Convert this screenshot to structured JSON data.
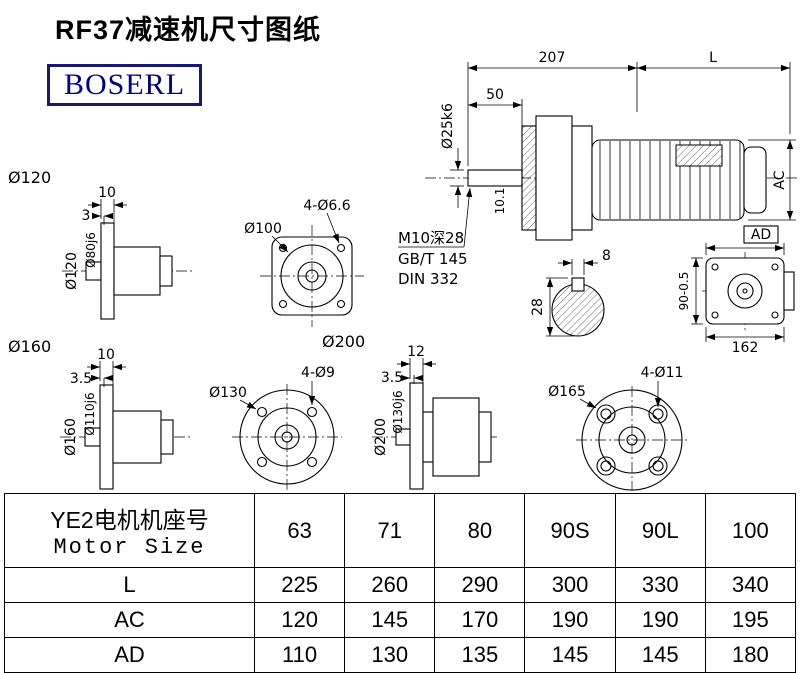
{
  "title": "RF37减速机尺寸图纸",
  "brand": "BOSERL",
  "colors": {
    "brand": "#191970",
    "line": "#000000"
  },
  "views": {
    "flange120": {
      "label": "Ø120",
      "dim_top": "10",
      "dim_recess": "3",
      "dia_outer": "Ø120",
      "dia_spigot": "Ø80j6"
    },
    "face100": {
      "holes": "4-Ø6.6",
      "dia": "Ø100"
    },
    "assembly": {
      "dim_len": "207",
      "dim_L": "L",
      "dim_shaft_len": "50",
      "dia_shaft": "Ø25k6",
      "dim_ac": "AC",
      "dim_key": "10.1"
    },
    "tap": {
      "line1": "M10深28",
      "line2": "GB/T 145",
      "line3": "DIN 332"
    },
    "keysec": {
      "width": "8",
      "height": "28"
    },
    "rear": {
      "dim_ad": "AD",
      "dim_h": "90-0.5",
      "dim_w": "162"
    },
    "flange160": {
      "label": "Ø160",
      "dim_top": "10",
      "dim_recess": "3.5",
      "dia_outer": "Ø160",
      "dia_spigot": "Ø110j6"
    },
    "face130": {
      "holes": "4-Ø9",
      "dia": "Ø130"
    },
    "flange200": {
      "label": "Ø200",
      "dim_top": "12",
      "dim_recess": "3.5",
      "dia_outer": "Ø200",
      "dia_spigot": "Ø130j6"
    },
    "face165": {
      "holes": "4-Ø11",
      "dia": "Ø165"
    }
  },
  "table": {
    "header_cn": "YE2电机机座号",
    "header_en": "Motor Size",
    "columns": [
      "63",
      "71",
      "80",
      "90S",
      "90L",
      "100"
    ],
    "rows": [
      {
        "label": "L",
        "values": [
          "225",
          "260",
          "290",
          "300",
          "330",
          "340"
        ]
      },
      {
        "label": "AC",
        "values": [
          "120",
          "145",
          "170",
          "190",
          "190",
          "195"
        ]
      },
      {
        "label": "AD",
        "values": [
          "110",
          "130",
          "135",
          "145",
          "145",
          "180"
        ]
      }
    ]
  }
}
